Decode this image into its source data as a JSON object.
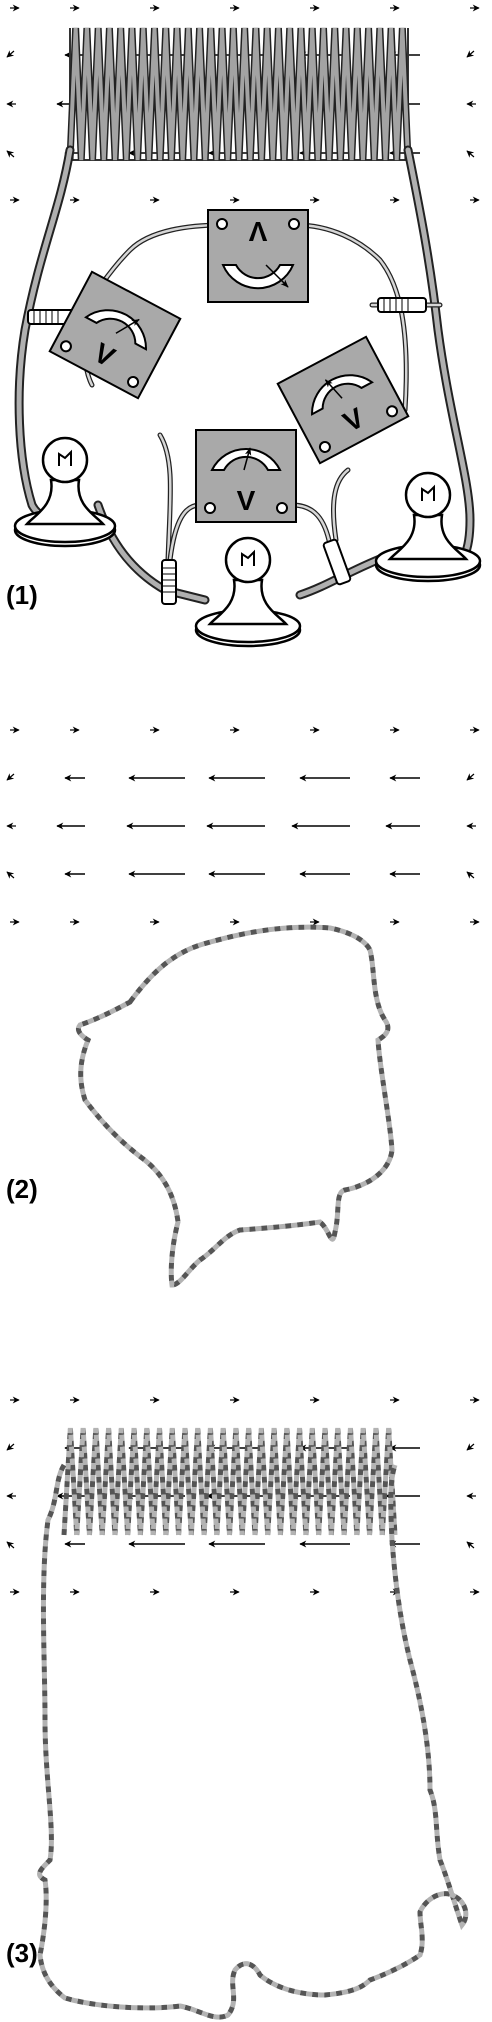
{
  "panels": [
    {
      "id": "panel-1",
      "label": "(1)"
    },
    {
      "id": "panel-2",
      "label": "(2)"
    },
    {
      "id": "panel-3",
      "label": "(3)"
    }
  ],
  "meters": [
    {
      "symbol": "V",
      "orientation": "inverted"
    },
    {
      "symbol": "V",
      "orientation": "upright"
    },
    {
      "symbol": "V",
      "orientation": "upright"
    },
    {
      "symbol": "V",
      "orientation": "upright"
    }
  ],
  "colors": {
    "ink": "#000000",
    "meter_panel": "#a9a9a9",
    "wire": "#a3a3a3",
    "dashed_loop_dark": "#555555",
    "dashed_loop_light": "#b3b3b3"
  }
}
